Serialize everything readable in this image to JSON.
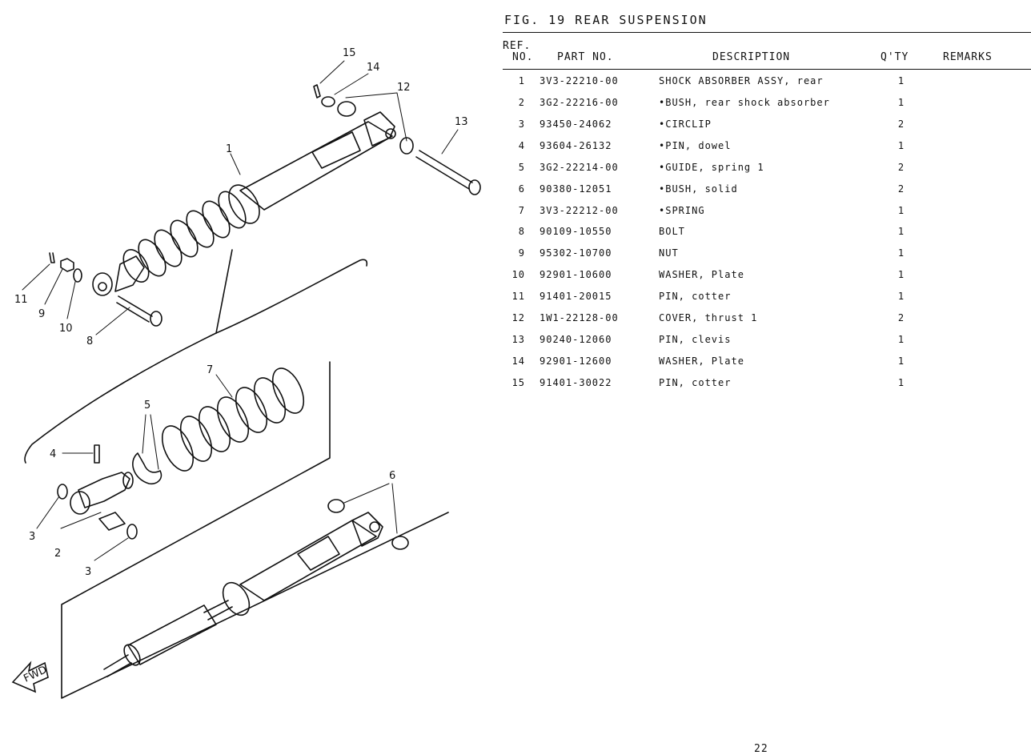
{
  "figure": {
    "title": "FIG. 19  REAR SUSPENSION"
  },
  "table": {
    "headers": {
      "ref_line1": "REF.",
      "ref_line2": "NO.",
      "part_no": "PART NO.",
      "description": "DESCRIPTION",
      "qty": "Q'TY",
      "remarks": "REMARKS"
    },
    "rows": [
      {
        "ref": "1",
        "part": "3V3-22210-00",
        "desc": "SHOCK ABSORBER ASSY, rear",
        "qty": "1"
      },
      {
        "ref": "2",
        "part": "3G2-22216-00",
        "desc": "•BUSH, rear shock absorber",
        "qty": "1"
      },
      {
        "ref": "3",
        "part": "93450-24062",
        "desc": "•CIRCLIP",
        "qty": "2"
      },
      {
        "ref": "4",
        "part": "93604-26132",
        "desc": "•PIN, dowel",
        "qty": "1"
      },
      {
        "ref": "5",
        "part": "3G2-22214-00",
        "desc": "•GUIDE, spring 1",
        "qty": "2"
      },
      {
        "ref": "6",
        "part": "90380-12051",
        "desc": "•BUSH, solid",
        "qty": "2"
      },
      {
        "ref": "7",
        "part": "3V3-22212-00",
        "desc": "•SPRING",
        "qty": "1"
      },
      {
        "ref": "8",
        "part": "90109-10550",
        "desc": "BOLT",
        "qty": "1"
      },
      {
        "ref": "9",
        "part": "95302-10700",
        "desc": "NUT",
        "qty": "1"
      },
      {
        "ref": "10",
        "part": "92901-10600",
        "desc": "WASHER, Plate",
        "qty": "1"
      },
      {
        "ref": "11",
        "part": "91401-20015",
        "desc": "PIN, cotter",
        "qty": "1"
      },
      {
        "ref": "12",
        "part": "1W1-22128-00",
        "desc": "COVER, thrust 1",
        "qty": "2"
      },
      {
        "ref": "13",
        "part": "90240-12060",
        "desc": "PIN, clevis",
        "qty": "1"
      },
      {
        "ref": "14",
        "part": "92901-12600",
        "desc": "WASHER, Plate",
        "qty": "1"
      },
      {
        "ref": "15",
        "part": "91401-30022",
        "desc": "PIN, cotter",
        "qty": "1"
      }
    ]
  },
  "diagram": {
    "callouts": [
      "1",
      "2",
      "3",
      "3",
      "4",
      "5",
      "6",
      "7",
      "8",
      "9",
      "10",
      "11",
      "12",
      "13",
      "14",
      "15"
    ],
    "fwd_label": "FWD"
  },
  "page_number": "22"
}
